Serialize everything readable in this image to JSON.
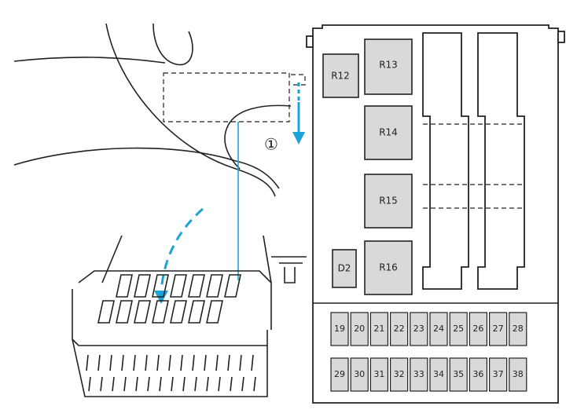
{
  "callout": {
    "marker": "①"
  },
  "relays": [
    {
      "label": "R12"
    },
    {
      "label": "R13"
    },
    {
      "label": "R14"
    },
    {
      "label": "R15"
    },
    {
      "label": "R16"
    },
    {
      "label": "D2"
    }
  ],
  "fuses_top": [
    "19",
    "20",
    "21",
    "22",
    "23",
    "24",
    "25",
    "26",
    "27",
    "28"
  ],
  "fuses_bottom": [
    "29",
    "30",
    "31",
    "32",
    "33",
    "34",
    "35",
    "36",
    "37",
    "38"
  ],
  "colors": {
    "arrow": "#1ea3d8",
    "component": "#d9d9d9",
    "line": "#222222"
  }
}
